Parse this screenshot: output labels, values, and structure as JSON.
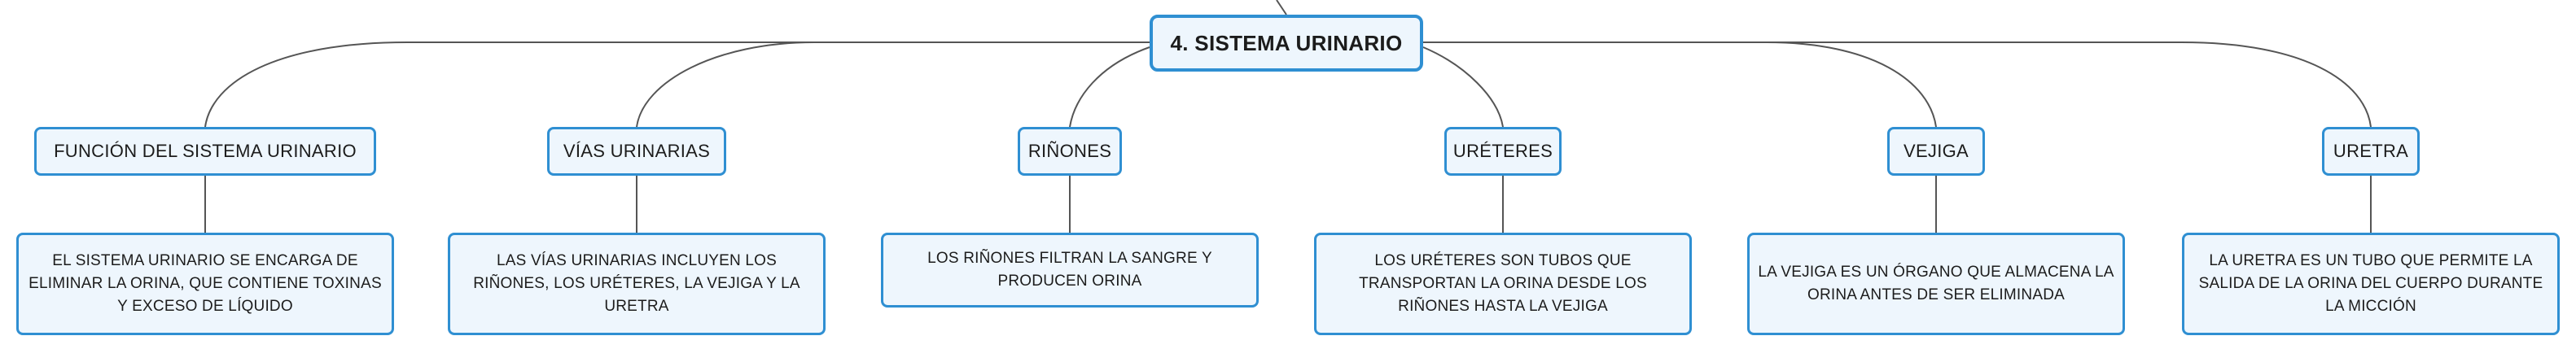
{
  "root": {
    "label": "4. SISTEMA URINARIO"
  },
  "branches": [
    {
      "title": "FUNCIÓN DEL SISTEMA URINARIO",
      "detail": "EL SISTEMA URINARIO SE ENCARGA DE ELIMINAR LA ORINA, QUE CONTIENE TOXINAS Y EXCESO DE LÍQUIDO"
    },
    {
      "title": "VÍAS URINARIAS",
      "detail": "LAS VÍAS URINARIAS INCLUYEN LOS RIÑONES, LOS URÉTERES, LA VEJIGA Y LA URETRA"
    },
    {
      "title": "RIÑONES",
      "detail": "LOS RIÑONES FILTRAN LA SANGRE Y PRODUCEN ORINA"
    },
    {
      "title": "URÉTERES",
      "detail": "LOS URÉTERES SON TUBOS QUE TRANSPORTAN LA ORINA DESDE LOS RIÑONES HASTA LA VEJIGA"
    },
    {
      "title": "VEJIGA",
      "detail": "LA VEJIGA ES UN ÓRGANO QUE ALMACENA LA ORINA ANTES DE SER ELIMINADA"
    },
    {
      "title": "URETRA",
      "detail": "LA URETRA ES UN TUBO QUE PERMITE LA SALIDA DE LA ORINA DEL CUERPO DURANTE LA MICCIÓN"
    }
  ]
}
